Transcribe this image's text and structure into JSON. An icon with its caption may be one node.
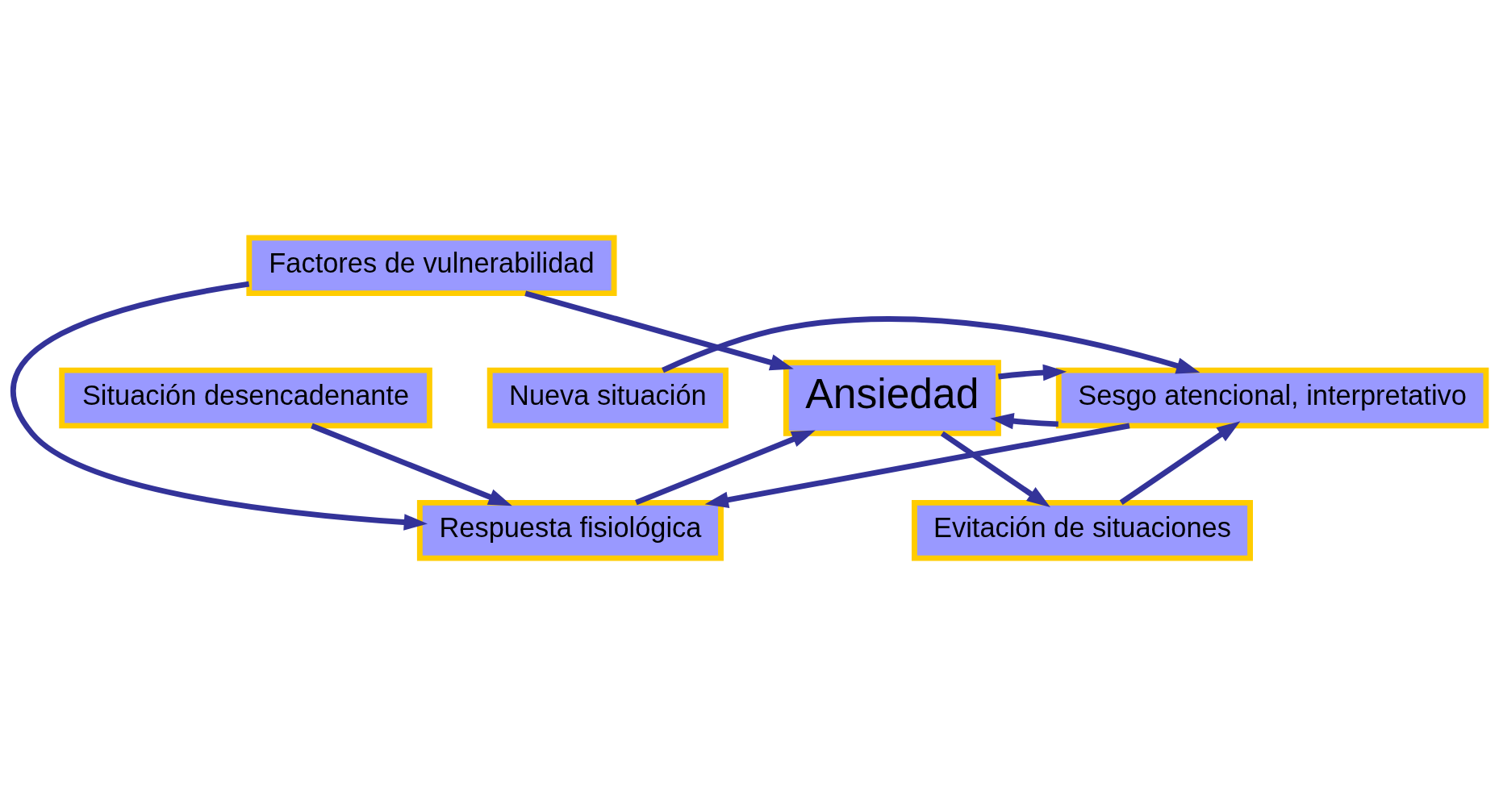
{
  "diagram": {
    "nodes": [
      {
        "text": [
          "Factores de vulnerabilidad"
        ]
      },
      {
        "text": [
          "Evitación de situaciones"
        ]
      },
      {
        "text": [
          "Situación desencadenante"
        ]
      },
      {
        "text": [
          "Ansiedad"
        ]
      },
      {
        "text": [
          "Sesgo atencional, interpretativo"
        ]
      },
      {
        "text": [
          "Nueva situación"
        ]
      },
      {
        "text": [
          "Respuesta fisiológica"
        ]
      }
    ],
    "edges": [
      {
        "from": 0,
        "to": 6,
        "arrow": "to"
      },
      {
        "from": 0,
        "to": 3,
        "arrow": "to"
      },
      {
        "from": 2,
        "to": 6,
        "arrow": "to"
      },
      {
        "from": 6,
        "to": 3,
        "arrow": "to"
      },
      {
        "from": 3,
        "to": 1,
        "arrow": "to"
      },
      {
        "from": 1,
        "to": 4,
        "arrow": "to"
      },
      {
        "from": 4,
        "to": 3,
        "arrow": "to"
      },
      {
        "from": 3,
        "to": 4,
        "arrow": "to"
      },
      {
        "from": 5,
        "to": 4,
        "arrow": "to"
      },
      {
        "from": 4,
        "to": 6,
        "arrow": "to"
      }
    ]
  }
}
